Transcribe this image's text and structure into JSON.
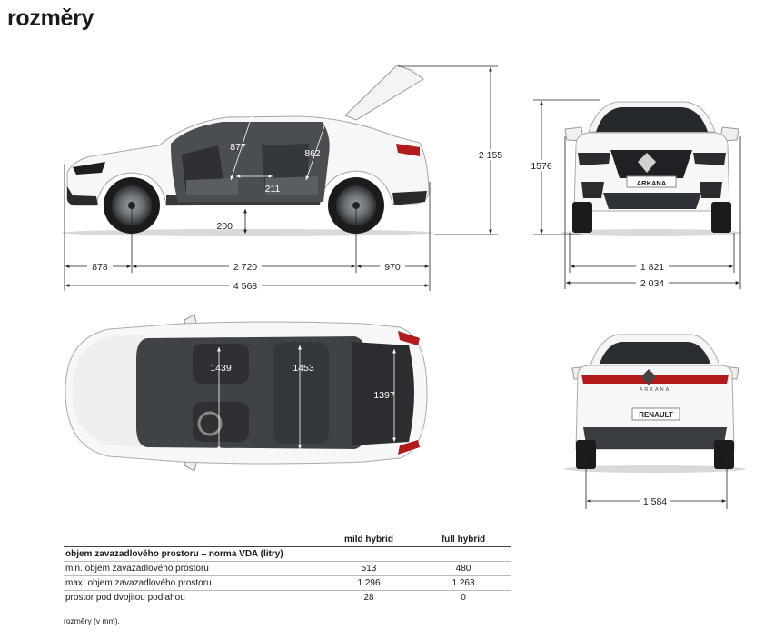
{
  "page": {
    "title": "rozměry",
    "note": "rozměry (v mm)."
  },
  "dimensions": {
    "front_overhang": "878",
    "wheelbase": "2 720",
    "rear_overhang": "970",
    "length": "4 568",
    "height_open_tailgate": "2 155",
    "ground_clearance": "200",
    "front_headroom": "877",
    "rear_headroom": "862",
    "rear_legroom": "211",
    "height": "1576",
    "front_track": "1 821",
    "width_mirrors": "2 034",
    "front_elbow_width": "1439",
    "rear_elbow_width": "1453",
    "boot_width": "1397",
    "rear_track": "1 584"
  },
  "badges": {
    "front_plate": "ARKANA",
    "rear_plate": "RENAULT",
    "rear_logo": "ARKANA"
  },
  "table": {
    "columns": [
      "",
      "mild hybrid",
      "full hybrid"
    ],
    "section": "objem zavazadlového prostoru – norma VDA (litry)",
    "rows": [
      {
        "label": "min. objem zavazadlového prostoru",
        "mild": "513",
        "full": "480"
      },
      {
        "label": "max. objem zavazadlového prostoru",
        "mild": "1 296",
        "full": "1 263"
      },
      {
        "label": "prostor pod dvojitou podlahou",
        "mild": "28",
        "full": "0"
      }
    ]
  }
}
